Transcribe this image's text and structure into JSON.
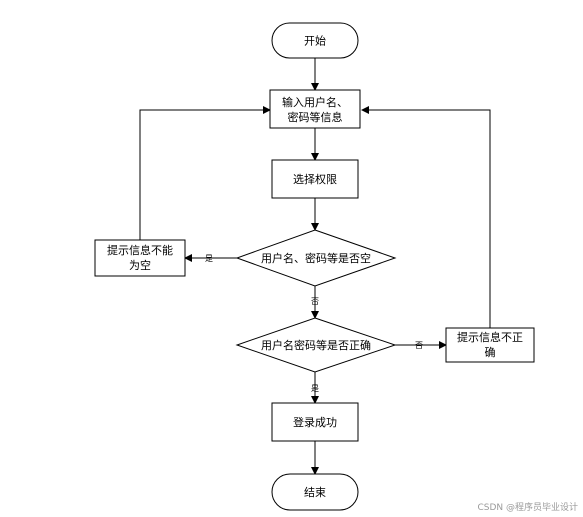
{
  "nodes": {
    "start": "开始",
    "input": [
      "输入用户名、",
      "密码等信息"
    ],
    "select": "选择权限",
    "check_empty": "用户名、密码等是否空",
    "empty_msg": [
      "提示信息不能",
      "为空"
    ],
    "check_correct": "用户名密码等是否正确",
    "wrong_msg": [
      "提示信息不正",
      "确"
    ],
    "success": "登录成功",
    "end": "结束"
  },
  "edges": {
    "yes": "是",
    "no": "否"
  },
  "watermark": "CSDN @程序员毕业设计"
}
